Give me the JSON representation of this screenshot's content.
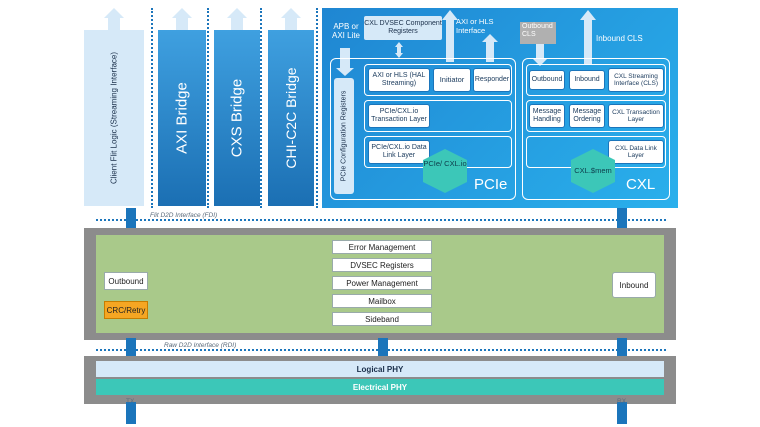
{
  "left_blocks": {
    "client_logic": "Client Flit Logic (Streaming Interface)",
    "axi_bridge": "AXI Bridge",
    "cxs_bridge": "CXS Bridge",
    "chi_bridge": "CHI-C2C Bridge"
  },
  "top_labels": {
    "apb": "APB or AXI Lite",
    "cxl_dvsec": "CXL DVSEC Component Registers",
    "axi_hls": "AXI or HLS Interface",
    "outbound_cls": "Outbound CLS",
    "inbound_cls": "Inbound CLS"
  },
  "pcie": {
    "config_regs": "PCIe Configuration Registers",
    "axi_hls_streaming": "AXI or HLS (HAL Streaming)",
    "initiator": "Initiator",
    "responder": "Responder",
    "transaction_layer": "PCIe/CXL.io Transaction Layer",
    "data_link_layer": "PCIe/CXL.io Data Link Layer",
    "hex": "PCIe/ CXL.io",
    "title": "PCIe"
  },
  "cxl": {
    "outbound": "Outbound",
    "inbound": "Inbound",
    "streaming_interface": "CXL Streaming Interface (CLS)",
    "message_handling": "Message Handling",
    "message_ordering": "Message Ordering",
    "transaction_layer": "CXL Transaction Layer",
    "data_link_layer": "CXL Data Link Layer",
    "hex": "CXL.$mem",
    "title": "CXL"
  },
  "interfaces": {
    "fdi": "Flit D2D Interface (FDI)",
    "rdi": "Raw D2D Interface (RDI)"
  },
  "adapter": {
    "outbound": "Outbound",
    "crc_retry": "CRC/Retry",
    "inbound": "Inbound",
    "stack": [
      "Error Management",
      "DVSEC Registers",
      "Power Management",
      "Mailbox",
      "Sideband"
    ]
  },
  "phy": {
    "logical": "Logical PHY",
    "electrical": "Electrical PHY",
    "tx": "TX",
    "rx": "RX"
  },
  "colors": {
    "blue": "#1b75bb",
    "light_blue": "#d6e9f8",
    "green": "#a9c98a",
    "gray": "#8c8c8c",
    "teal": "#3cc7b8",
    "orange": "#f5a623"
  }
}
